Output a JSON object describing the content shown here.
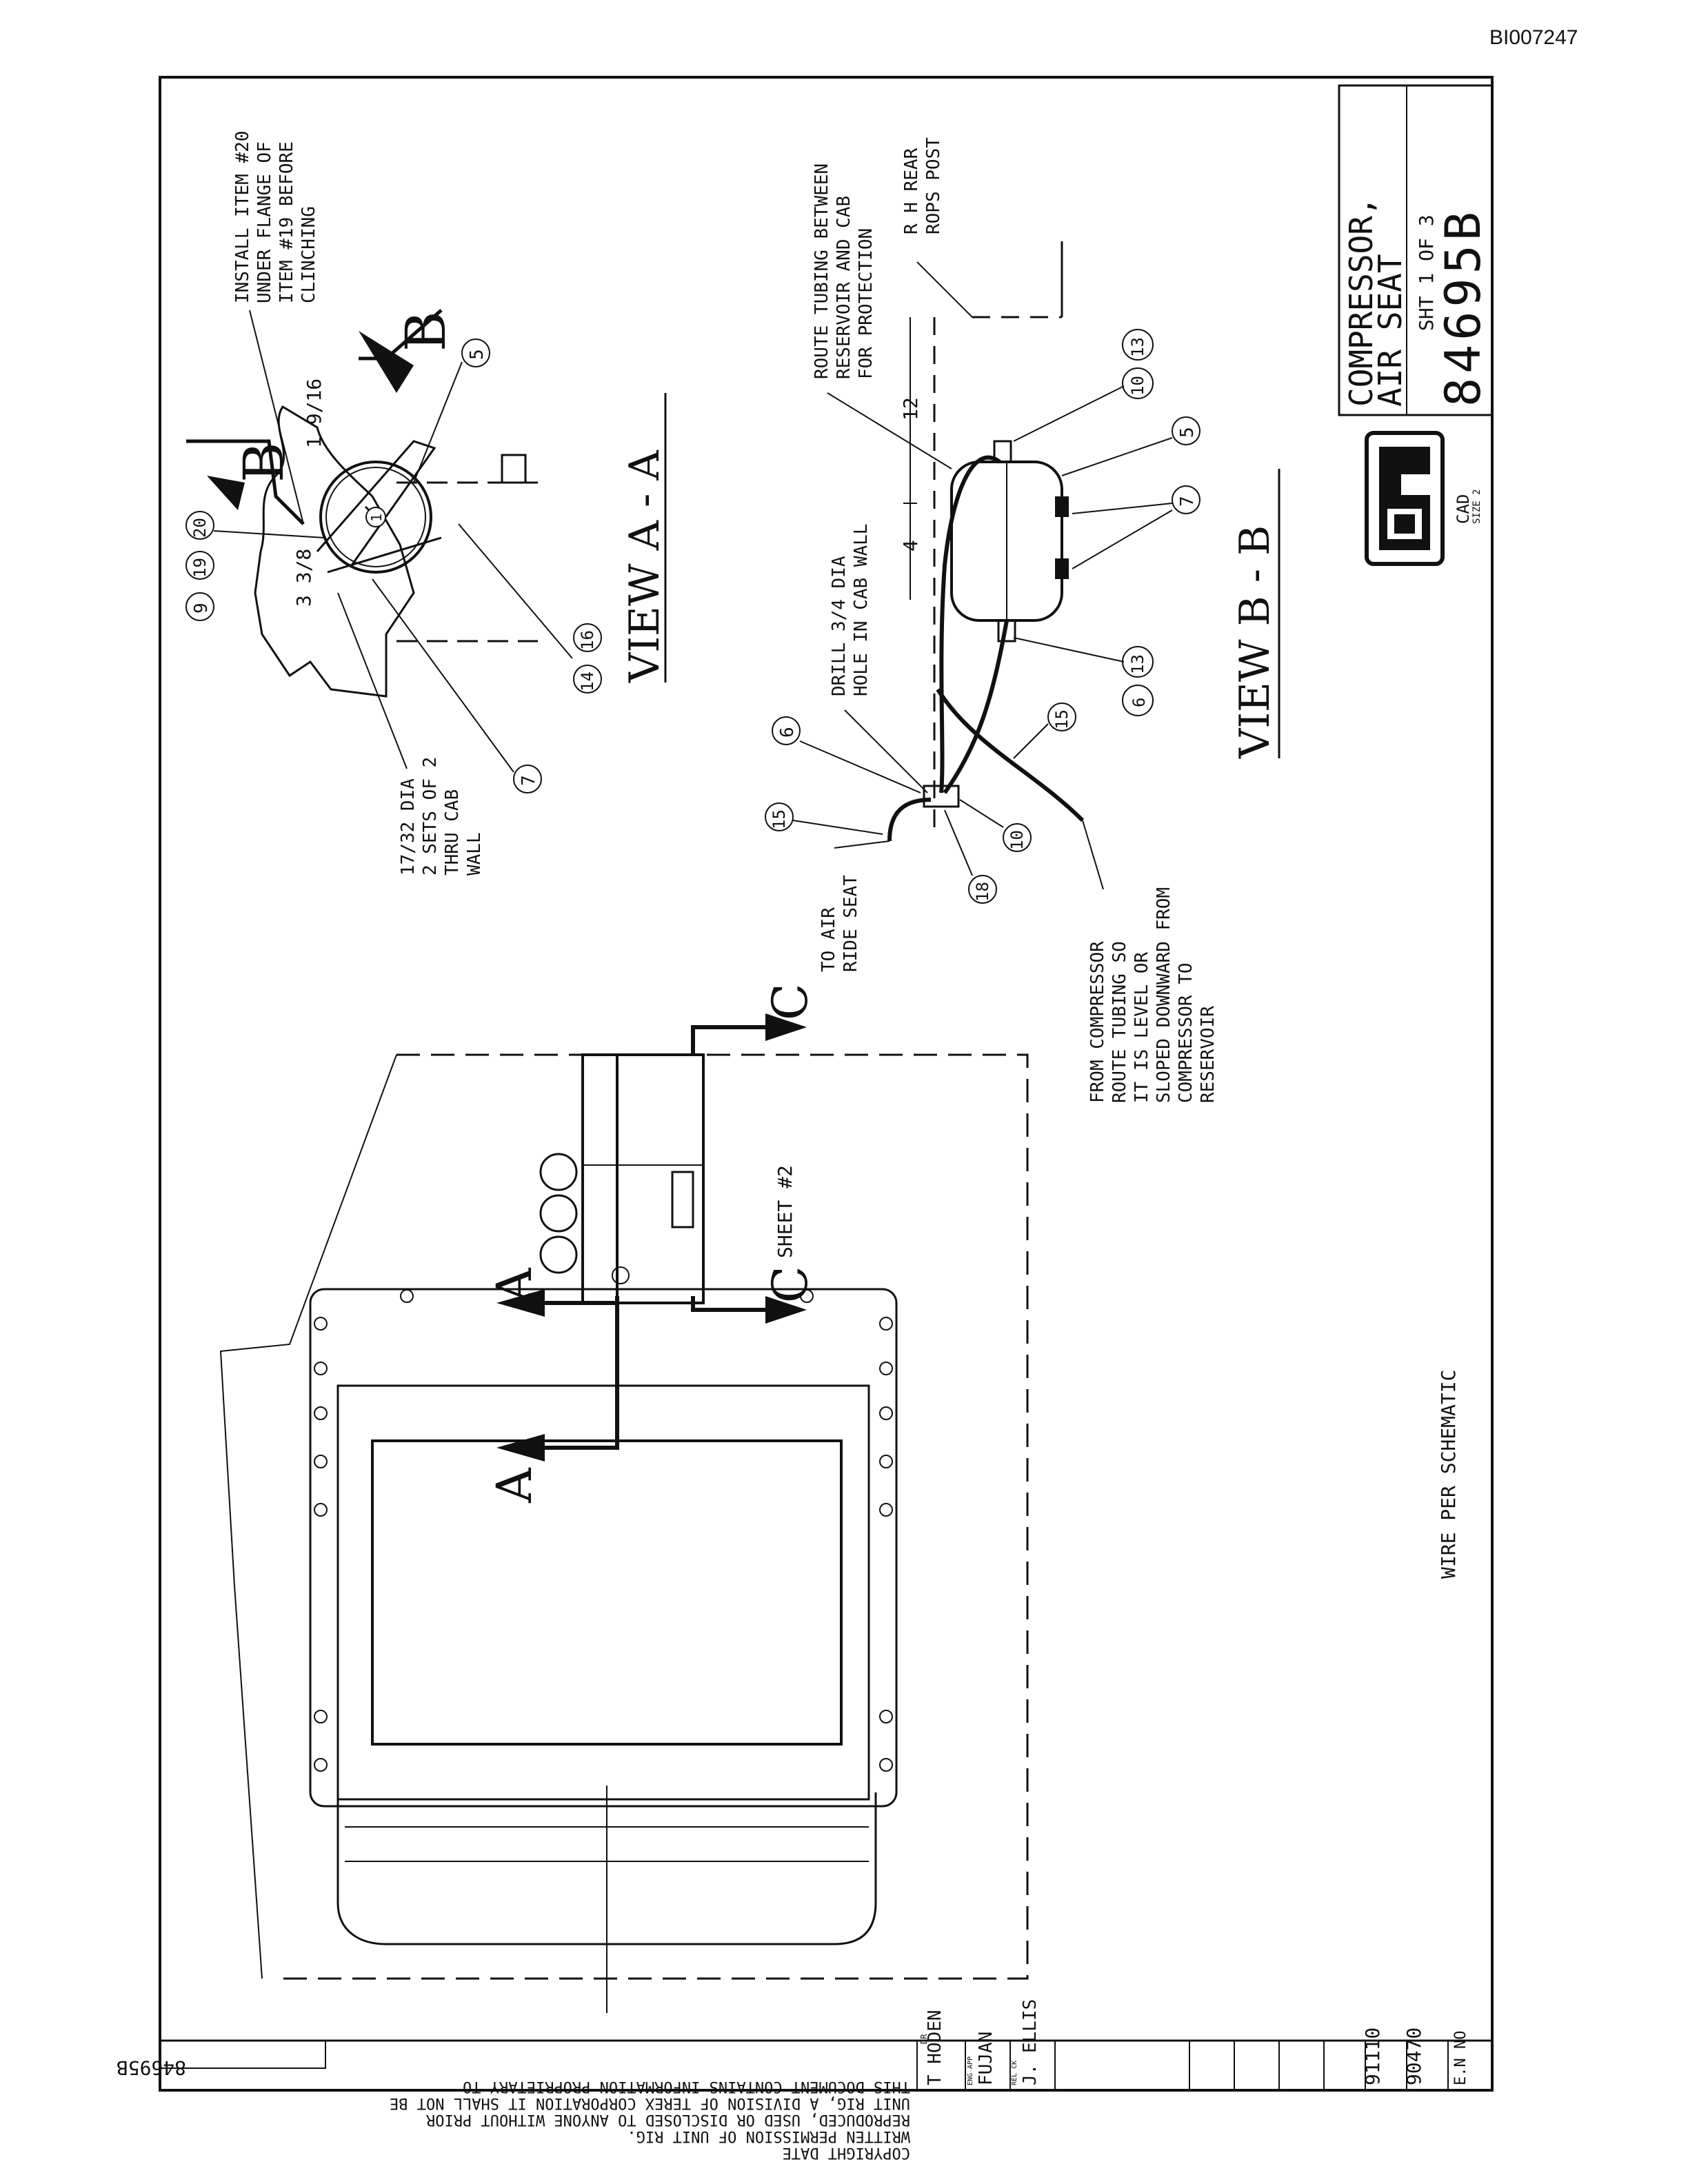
{
  "doc_id": "BI007247",
  "title_block": {
    "title_line1": "COMPRESSOR,",
    "title_line2": "AIR SEAT",
    "sheet": "SHT 1 OF 3",
    "drawing_number": "84695B",
    "cad_label": "CAD",
    "cad_sub": "SIZE 2"
  },
  "views": {
    "view_aa": "VIEW A - A",
    "view_bb": "VIEW B - B",
    "section_b": "B",
    "section_a": "A",
    "section_c": "C",
    "sheet_ref": "SHEET #2"
  },
  "notes": {
    "install": [
      "INSTALL ITEM #20",
      "UNDER FLANGE OF",
      "ITEM #19 BEFORE",
      "CLINCHING"
    ],
    "holes": [
      "17/32 DIA",
      "2 SETS OF 2",
      "THRU CAB",
      "WALL"
    ],
    "route_tubing": [
      "ROUTE TUBING BETWEEN",
      "RESERVOIR AND CAB",
      "FOR PROTECTION"
    ],
    "rops_post": [
      "R H REAR",
      "ROPS POST"
    ],
    "drill": [
      "DRILL 3/4 DIA",
      "HOLE IN CAB WALL"
    ],
    "to_air_ride": [
      "TO AIR",
      "RIDE SEAT"
    ],
    "from_compressor": [
      "FROM COMPRESSOR",
      "ROUTE TUBING SO",
      "IT IS LEVEL OR",
      "SLOPED DOWNWARD FROM",
      "COMPRESSOR TO",
      "RESERVOIR"
    ],
    "wire": "WIRE PER SCHEMATIC"
  },
  "dimensions": {
    "d1": "1 9/16",
    "d2": "3 3/8",
    "d3": "12",
    "d4": "4"
  },
  "balloons": {
    "b9": "9",
    "b19": "19",
    "b20": "20",
    "b5": "5",
    "b7": "7",
    "b14": "14",
    "b16": "16",
    "b1": "1",
    "b6": "6",
    "b15": "15",
    "b18": "18",
    "b10": "10",
    "b13": "13"
  },
  "proprietary": [
    "THIS DOCUMENT CONTAINS INFORMATION PROPRIETARY TO",
    "UNIT RIG, A DIVISION OF TEREX CORPORATION IT SHALL NOT BE",
    "REPRODUCED, USED OR DISCLOSED TO ANYONE WITHOUT PRIOR",
    "WRITTEN PERMISSION OF UNIT RIG.",
    "COPYRIGHT DATE"
  ],
  "revision_block": {
    "dr_label": "DR",
    "drawn_by": "T HODEN",
    "eng_label": "ENG APP",
    "eng_by": "FUJAN",
    "rel_label": "REL CK",
    "rel_by": "J. ELLIS",
    "en1": "91110",
    "en2": "90470",
    "en_label": "E.N NO",
    "corner_number": "84695B"
  }
}
